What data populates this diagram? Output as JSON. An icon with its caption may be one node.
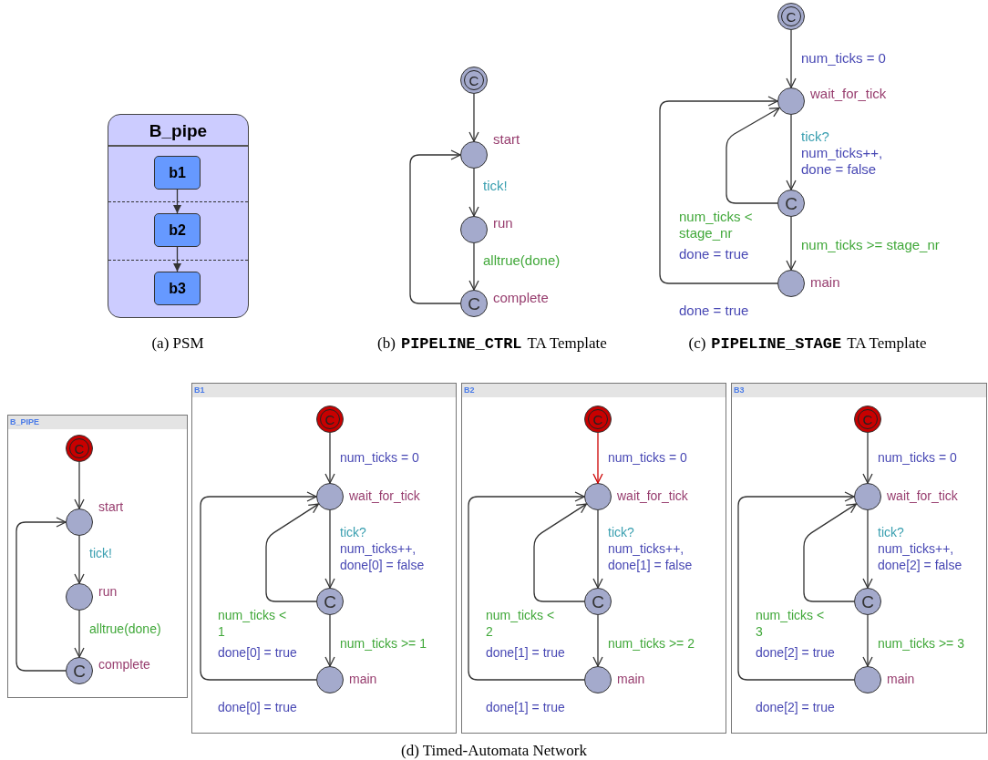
{
  "diagram": {
    "nodes": [
      {
        "text": [
          "B_pipe"
        ]
      },
      {
        "text": [
          "b1"
        ],
        "in": 0
      },
      {
        "text": [
          "b2"
        ],
        "in": 0
      },
      {
        "text": [
          "b3"
        ],
        "in": 0
      },
      {
        "text": [
          "C"
        ]
      },
      {
        "text": [],
        "shape": "circle",
        "beside": [
          "start"
        ]
      },
      {
        "text": [],
        "shape": "circle",
        "beside": [
          "run"
        ]
      },
      {
        "text": [
          "C"
        ],
        "beside": [
          "complete"
        ]
      },
      {
        "text": [
          "C"
        ]
      },
      {
        "text": [],
        "shape": "circle",
        "beside": [
          "wait_for_tick"
        ]
      },
      {
        "text": [
          "C"
        ]
      },
      {
        "text": [],
        "shape": "circle",
        "beside": [
          "main"
        ]
      },
      {
        "text": [
          "B_PIPE"
        ]
      },
      {
        "text": [
          "C"
        ],
        "in": 12
      },
      {
        "text": [],
        "shape": "circle",
        "beside": [
          "start"
        ],
        "in": 12
      },
      {
        "text": [],
        "shape": "circle",
        "beside": [
          "run"
        ],
        "in": 12
      },
      {
        "text": [
          "C"
        ],
        "beside": [
          "complete"
        ],
        "in": 12
      },
      {
        "text": [
          "B1"
        ]
      },
      {
        "text": [
          "C"
        ],
        "in": 17
      },
      {
        "text": [],
        "shape": "circle",
        "beside": [
          "wait_for_tick"
        ],
        "in": 17
      },
      {
        "text": [
          "C"
        ],
        "in": 17
      },
      {
        "text": [],
        "shape": "circle",
        "beside": [
          "main"
        ],
        "in": 17
      },
      {
        "text": [
          "B2"
        ]
      },
      {
        "text": [
          "C"
        ],
        "in": 22
      },
      {
        "text": [],
        "shape": "circle",
        "beside": [
          "wait_for_tick"
        ],
        "in": 22
      },
      {
        "text": [
          "C"
        ],
        "in": 22
      },
      {
        "text": [],
        "shape": "circle",
        "beside": [
          "main"
        ],
        "in": 22
      },
      {
        "text": [
          "B3"
        ]
      },
      {
        "text": [
          "C"
        ],
        "in": 27
      },
      {
        "text": [],
        "shape": "circle",
        "beside": [
          "wait_for_tick"
        ],
        "in": 27
      },
      {
        "text": [
          "C"
        ],
        "in": 27
      },
      {
        "text": [],
        "shape": "circle",
        "beside": [
          "main"
        ],
        "in": 27
      }
    ],
    "edges": [
      {
        "from": 1,
        "to": 2,
        "arrow": "to"
      },
      {
        "from": 2,
        "to": 3,
        "arrow": "to"
      },
      {
        "from": 4,
        "to": 5,
        "arrow": "to"
      },
      {
        "from": 5,
        "to": 6,
        "arrow": "to"
      },
      {
        "from": 6,
        "to": 7,
        "arrow": "to"
      },
      {
        "from": 7,
        "to": 5,
        "arrow": "to"
      },
      {
        "from": 8,
        "to": 9,
        "arrow": "to"
      },
      {
        "from": 9,
        "to": 10,
        "arrow": "to"
      },
      {
        "from": 10,
        "to": 9,
        "arrow": "to"
      },
      {
        "from": 10,
        "to": 11,
        "arrow": "to"
      },
      {
        "from": 11,
        "to": 9,
        "arrow": "to"
      },
      {
        "from": 13,
        "to": 14,
        "arrow": "to"
      },
      {
        "from": 14,
        "to": 15,
        "arrow": "to"
      },
      {
        "from": 15,
        "to": 16,
        "arrow": "to"
      },
      {
        "from": 16,
        "to": 14,
        "arrow": "to"
      },
      {
        "from": 18,
        "to": 19,
        "arrow": "to"
      },
      {
        "from": 19,
        "to": 20,
        "arrow": "to"
      },
      {
        "from": 20,
        "to": 19,
        "arrow": "to"
      },
      {
        "from": 20,
        "to": 21,
        "arrow": "to"
      },
      {
        "from": 21,
        "to": 19,
        "arrow": "to"
      },
      {
        "from": 23,
        "to": 24,
        "arrow": "to",
        "color": "#cc0000"
      },
      {
        "from": 24,
        "to": 25,
        "arrow": "to"
      },
      {
        "from": 25,
        "to": 24,
        "arrow": "to"
      },
      {
        "from": 25,
        "to": 26,
        "arrow": "to"
      },
      {
        "from": 26,
        "to": 24,
        "arrow": "to"
      },
      {
        "from": 28,
        "to": 29,
        "arrow": "to"
      },
      {
        "from": 29,
        "to": 30,
        "arrow": "to"
      },
      {
        "from": 30,
        "to": 29,
        "arrow": "to"
      },
      {
        "from": 30,
        "to": 31,
        "arrow": "to"
      },
      {
        "from": 31,
        "to": 29,
        "arrow": "to"
      }
    ],
    "labels": [
      "tick!",
      "alltrue(done)",
      "num_ticks = 0",
      "tick?",
      "num_ticks++, done = false",
      "num_ticks < stage_nr",
      "done = true",
      "num_ticks >= stage_nr",
      "done = true",
      "(a) PSM",
      "(b)",
      "PIPELINE_CTRL",
      "TA Template",
      "(c)",
      "PIPELINE_STAGE",
      "TA Template",
      "tick!",
      "alltrue(done)",
      "num_ticks = 0",
      "tick?",
      "num_ticks++, done[0] = false",
      "num_ticks < 1",
      "done[0] = true",
      "num_ticks >= 1",
      "done[0] = true",
      "num_ticks = 0",
      "tick?",
      "num_ticks++, done[1] = false",
      "num_ticks < 2",
      "done[1] = true",
      "num_ticks >= 2",
      "done[1] = true",
      "num_ticks = 0",
      "tick?",
      "num_ticks++, done[2] = false",
      "num_ticks < 3",
      "done[2] = true",
      "num_ticks >= 3",
      "done[2] = true",
      "(d) Timed-Automata Network"
    ]
  }
}
